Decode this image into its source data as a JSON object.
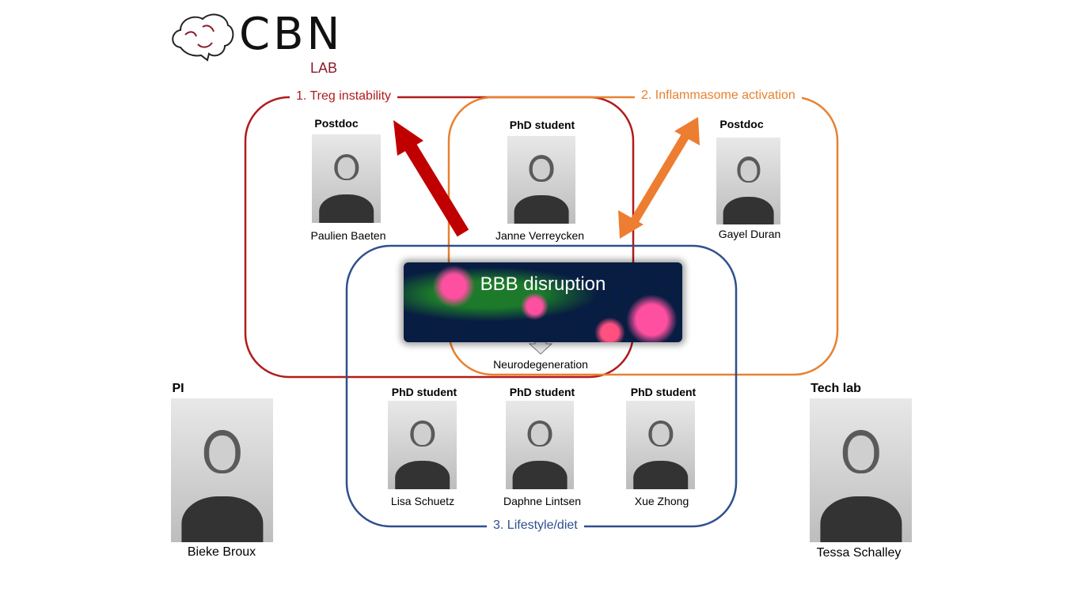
{
  "logo": {
    "text": "CBN",
    "sub": "LAB"
  },
  "themes": [
    {
      "label": "1. Treg  instability",
      "color": "#b01c1c"
    },
    {
      "label": "2. Inflammasome  activation",
      "color": "#e8812f"
    },
    {
      "label": "3. Lifestyle/diet",
      "color": "#2f4f8f"
    }
  ],
  "center": {
    "title": "BBB disruption",
    "outcome": "Neurodegeneration"
  },
  "people": [
    {
      "role": "Postdoc",
      "name": "Paulien Baeten"
    },
    {
      "role": "PhD student",
      "name": "Janne Verreycken"
    },
    {
      "role": "Postdoc",
      "name": "Gayel Duran"
    },
    {
      "role": "PI",
      "name": "Bieke Broux"
    },
    {
      "role": "PhD student",
      "name": "Lisa Schuetz"
    },
    {
      "role": "PhD student",
      "name": "Daphne Lintsen"
    },
    {
      "role": "PhD student",
      "name": "Xue Zhong"
    },
    {
      "role": "Tech lab",
      "name": "Tessa Schalley"
    }
  ]
}
